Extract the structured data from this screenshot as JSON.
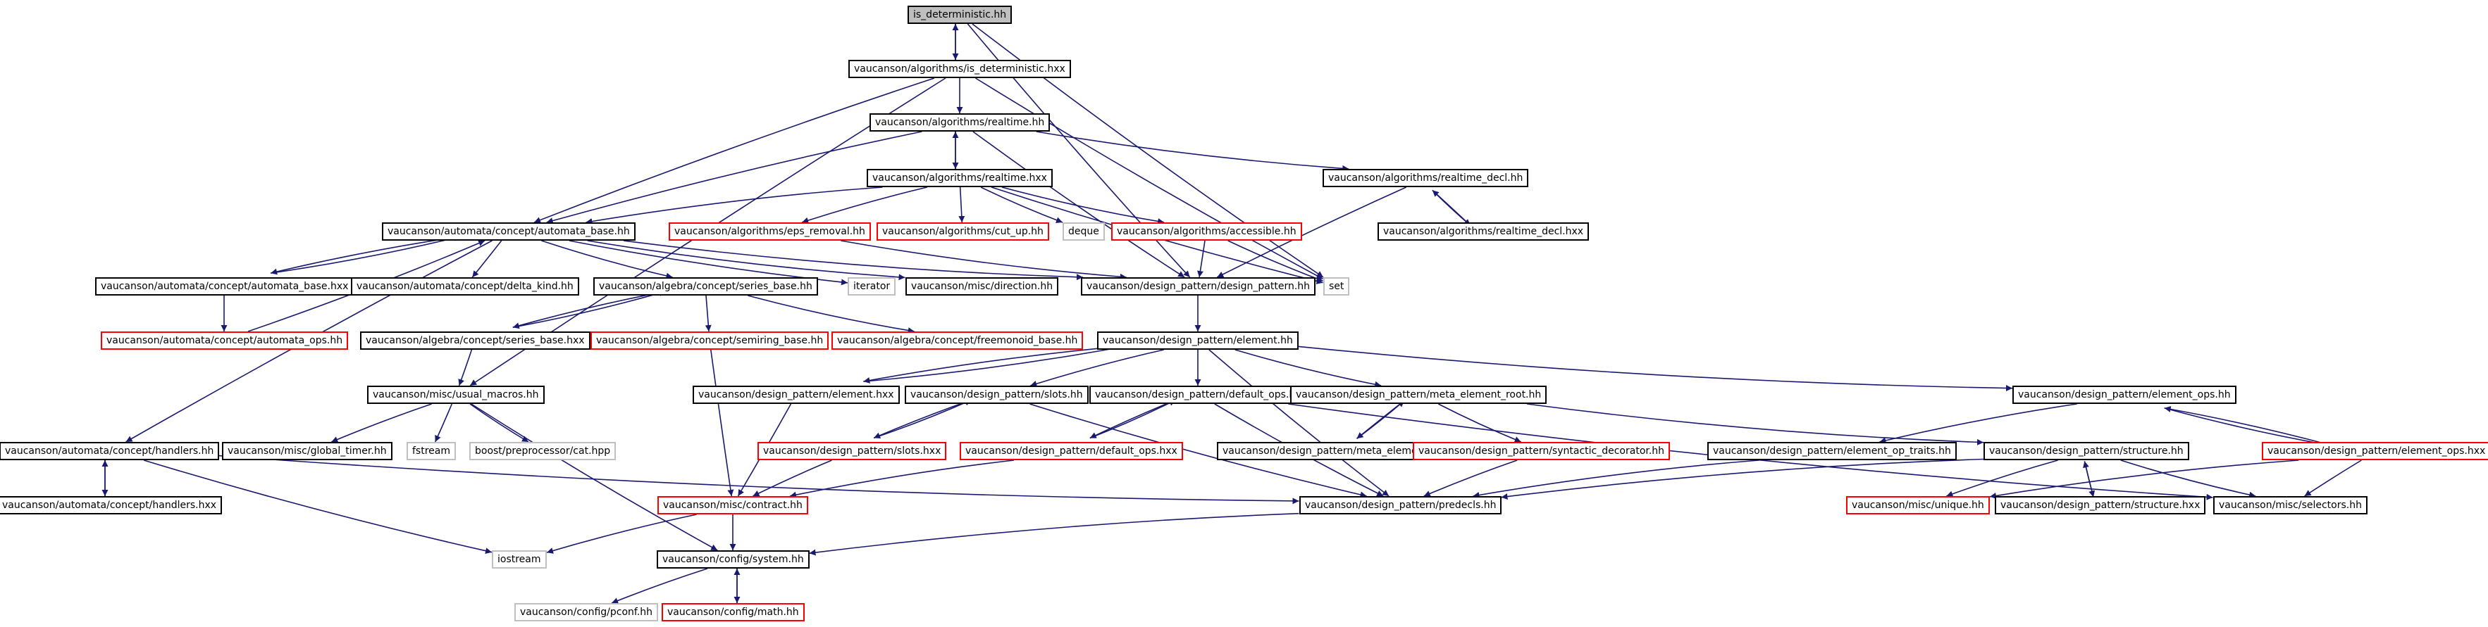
{
  "graph": {
    "nodes": [
      {
        "id": "n_is_det_hh",
        "label": "is_deterministic.hh",
        "style": "root"
      },
      {
        "id": "n_is_det_hxx",
        "label": "vaucanson/algorithms/is_deterministic.hxx",
        "style": "normal"
      },
      {
        "id": "n_realtime_hh",
        "label": "vaucanson/algorithms/realtime.hh",
        "style": "normal"
      },
      {
        "id": "n_realtime_hxx",
        "label": "vaucanson/algorithms/realtime.hxx",
        "style": "normal"
      },
      {
        "id": "n_realtime_decl_hh",
        "label": "vaucanson/algorithms/realtime_decl.hh",
        "style": "normal"
      },
      {
        "id": "n_realtime_decl_hxx",
        "label": "vaucanson/algorithms/realtime_decl.hxx",
        "style": "normal"
      },
      {
        "id": "n_automata_base_hh",
        "label": "vaucanson/automata/concept/automata_base.hh",
        "style": "normal"
      },
      {
        "id": "n_eps_removal",
        "label": "vaucanson/algorithms/eps_removal.hh",
        "style": "red"
      },
      {
        "id": "n_cut_up",
        "label": "vaucanson/algorithms/cut_up.hh",
        "style": "red"
      },
      {
        "id": "n_deque",
        "label": "deque",
        "style": "gray"
      },
      {
        "id": "n_accessible",
        "label": "vaucanson/algorithms/accessible.hh",
        "style": "red"
      },
      {
        "id": "n_automata_base_hxx",
        "label": "vaucanson/automata/concept/automata_base.hxx",
        "style": "normal"
      },
      {
        "id": "n_delta_kind",
        "label": "vaucanson/automata/concept/delta_kind.hh",
        "style": "normal"
      },
      {
        "id": "n_series_base_hh",
        "label": "vaucanson/algebra/concept/series_base.hh",
        "style": "normal"
      },
      {
        "id": "n_iterator",
        "label": "iterator",
        "style": "gray"
      },
      {
        "id": "n_direction",
        "label": "vaucanson/misc/direction.hh",
        "style": "normal"
      },
      {
        "id": "n_design_pattern_hh",
        "label": "vaucanson/design_pattern/design_pattern.hh",
        "style": "normal"
      },
      {
        "id": "n_set",
        "label": "set",
        "style": "gray"
      },
      {
        "id": "n_automata_ops",
        "label": "vaucanson/automata/concept/automata_ops.hh",
        "style": "red"
      },
      {
        "id": "n_series_base_hxx",
        "label": "vaucanson/algebra/concept/series_base.hxx",
        "style": "normal"
      },
      {
        "id": "n_semiring_base",
        "label": "vaucanson/algebra/concept/semiring_base.hh",
        "style": "red"
      },
      {
        "id": "n_freemonoid_base",
        "label": "vaucanson/algebra/concept/freemonoid_base.hh",
        "style": "red"
      },
      {
        "id": "n_element_hh",
        "label": "vaucanson/design_pattern/element.hh",
        "style": "normal"
      },
      {
        "id": "n_usual_macros",
        "label": "vaucanson/misc/usual_macros.hh",
        "style": "normal"
      },
      {
        "id": "n_element_hxx",
        "label": "vaucanson/design_pattern/element.hxx",
        "style": "normal"
      },
      {
        "id": "n_slots_hh",
        "label": "vaucanson/design_pattern/slots.hh",
        "style": "normal"
      },
      {
        "id": "n_default_ops_hh",
        "label": "vaucanson/design_pattern/default_ops.hh",
        "style": "normal"
      },
      {
        "id": "n_meta_element_root_hh",
        "label": "vaucanson/design_pattern/meta_element_root.hh",
        "style": "normal"
      },
      {
        "id": "n_element_ops_hh",
        "label": "vaucanson/design_pattern/element_ops.hh",
        "style": "normal"
      },
      {
        "id": "n_handlers_hh",
        "label": "vaucanson/automata/concept/handlers.hh",
        "style": "normal"
      },
      {
        "id": "n_global_timer",
        "label": "vaucanson/misc/global_timer.hh",
        "style": "normal"
      },
      {
        "id": "n_fstream",
        "label": "fstream",
        "style": "gray"
      },
      {
        "id": "n_cat_hpp",
        "label": "boost/preprocessor/cat.hpp",
        "style": "gray"
      },
      {
        "id": "n_slots_hxx",
        "label": "vaucanson/design_pattern/slots.hxx",
        "style": "red"
      },
      {
        "id": "n_default_ops_hxx",
        "label": "vaucanson/design_pattern/default_ops.hxx",
        "style": "red"
      },
      {
        "id": "n_meta_element_root_hxx",
        "label": "vaucanson/design_pattern/meta_element_root.hxx",
        "style": "normal"
      },
      {
        "id": "n_syntactic_decorator",
        "label": "vaucanson/design_pattern/syntactic_decorator.hh",
        "style": "red"
      },
      {
        "id": "n_element_op_traits",
        "label": "vaucanson/design_pattern/element_op_traits.hh",
        "style": "normal"
      },
      {
        "id": "n_structure_hh",
        "label": "vaucanson/design_pattern/structure.hh",
        "style": "normal"
      },
      {
        "id": "n_element_ops_hxx",
        "label": "vaucanson/design_pattern/element_ops.hxx",
        "style": "red"
      },
      {
        "id": "n_handlers_hxx",
        "label": "vaucanson/automata/concept/handlers.hxx",
        "style": "normal"
      },
      {
        "id": "n_contract",
        "label": "vaucanson/misc/contract.hh",
        "style": "red"
      },
      {
        "id": "n_predecls",
        "label": "vaucanson/design_pattern/predecls.hh",
        "style": "normal"
      },
      {
        "id": "n_unique",
        "label": "vaucanson/misc/unique.hh",
        "style": "red"
      },
      {
        "id": "n_structure_hxx",
        "label": "vaucanson/design_pattern/structure.hxx",
        "style": "normal"
      },
      {
        "id": "n_selectors",
        "label": "vaucanson/misc/selectors.hh",
        "style": "normal"
      },
      {
        "id": "n_iostream",
        "label": "iostream",
        "style": "gray"
      },
      {
        "id": "n_system",
        "label": "vaucanson/config/system.hh",
        "style": "normal"
      },
      {
        "id": "n_pconf",
        "label": "vaucanson/config/pconf.hh",
        "style": "gray"
      },
      {
        "id": "n_math",
        "label": "vaucanson/config/math.hh",
        "style": "red"
      }
    ],
    "edges": [
      [
        "n_is_det_hh",
        "n_is_det_hxx"
      ],
      [
        "n_is_det_hxx",
        "n_is_det_hh"
      ],
      [
        "n_is_det_hh",
        "n_design_pattern_hh"
      ],
      [
        "n_is_det_hh",
        "n_set"
      ],
      [
        "n_is_det_hxx",
        "n_realtime_hh"
      ],
      [
        "n_is_det_hxx",
        "n_automata_base_hh"
      ],
      [
        "n_is_det_hxx",
        "n_usual_macros"
      ],
      [
        "n_is_det_hxx",
        "n_set"
      ],
      [
        "n_realtime_hh",
        "n_realtime_hxx"
      ],
      [
        "n_realtime_hxx",
        "n_realtime_hh"
      ],
      [
        "n_realtime_hh",
        "n_realtime_decl_hh"
      ],
      [
        "n_realtime_hh",
        "n_automata_base_hh"
      ],
      [
        "n_realtime_hh",
        "n_design_pattern_hh"
      ],
      [
        "n_realtime_decl_hh",
        "n_realtime_decl_hxx"
      ],
      [
        "n_realtime_decl_hxx",
        "n_realtime_decl_hh"
      ],
      [
        "n_realtime_decl_hh",
        "n_design_pattern_hh"
      ],
      [
        "n_realtime_hxx",
        "n_automata_base_hh"
      ],
      [
        "n_realtime_hxx",
        "n_eps_removal"
      ],
      [
        "n_realtime_hxx",
        "n_cut_up"
      ],
      [
        "n_realtime_hxx",
        "n_deque"
      ],
      [
        "n_realtime_hxx",
        "n_accessible"
      ],
      [
        "n_realtime_hxx",
        "n_set"
      ],
      [
        "n_eps_removal",
        "n_design_pattern_hh"
      ],
      [
        "n_accessible",
        "n_design_pattern_hh"
      ],
      [
        "n_accessible",
        "n_set"
      ],
      [
        "n_automata_base_hh",
        "n_automata_base_hxx"
      ],
      [
        "n_automata_base_hxx",
        "n_automata_base_hh"
      ],
      [
        "n_automata_base_hh",
        "n_delta_kind"
      ],
      [
        "n_automata_base_hh",
        "n_series_base_hh"
      ],
      [
        "n_automata_base_hh",
        "n_iterator"
      ],
      [
        "n_automata_base_hh",
        "n_direction"
      ],
      [
        "n_automata_base_hh",
        "n_design_pattern_hh"
      ],
      [
        "n_automata_base_hh",
        "n_handlers_hh"
      ],
      [
        "n_automata_base_hxx",
        "n_automata_ops"
      ],
      [
        "n_automata_ops",
        "n_automata_base_hh"
      ],
      [
        "n_series_base_hh",
        "n_series_base_hxx"
      ],
      [
        "n_series_base_hxx",
        "n_series_base_hh"
      ],
      [
        "n_series_base_hh",
        "n_semiring_base"
      ],
      [
        "n_series_base_hh",
        "n_freemonoid_base"
      ],
      [
        "n_series_base_hxx",
        "n_usual_macros"
      ],
      [
        "n_semiring_base",
        "n_contract"
      ],
      [
        "n_design_pattern_hh",
        "n_element_hh"
      ],
      [
        "n_element_hh",
        "n_element_hxx"
      ],
      [
        "n_element_hxx",
        "n_element_hh"
      ],
      [
        "n_element_hh",
        "n_slots_hh"
      ],
      [
        "n_element_hh",
        "n_default_ops_hh"
      ],
      [
        "n_element_hh",
        "n_meta_element_root_hh"
      ],
      [
        "n_element_hh",
        "n_element_ops_hh"
      ],
      [
        "n_element_hh",
        "n_predecls"
      ],
      [
        "n_element_hxx",
        "n_contract"
      ],
      [
        "n_slots_hh",
        "n_slots_hxx"
      ],
      [
        "n_slots_hxx",
        "n_slots_hh"
      ],
      [
        "n_slots_hh",
        "n_predecls"
      ],
      [
        "n_slots_hxx",
        "n_contract"
      ],
      [
        "n_default_ops_hh",
        "n_default_ops_hxx"
      ],
      [
        "n_default_ops_hxx",
        "n_default_ops_hh"
      ],
      [
        "n_default_ops_hh",
        "n_predecls"
      ],
      [
        "n_default_ops_hh",
        "n_selectors"
      ],
      [
        "n_default_ops_hxx",
        "n_contract"
      ],
      [
        "n_meta_element_root_hh",
        "n_meta_element_root_hxx"
      ],
      [
        "n_meta_element_root_hxx",
        "n_meta_element_root_hh"
      ],
      [
        "n_meta_element_root_hh",
        "n_syntactic_decorator"
      ],
      [
        "n_meta_element_root_hh",
        "n_structure_hh"
      ],
      [
        "n_syntactic_decorator",
        "n_predecls"
      ],
      [
        "n_element_ops_hh",
        "n_element_op_traits"
      ],
      [
        "n_element_ops_hh",
        "n_element_ops_hxx"
      ],
      [
        "n_element_ops_hxx",
        "n_element_ops_hh"
      ],
      [
        "n_element_ops_hxx",
        "n_selectors"
      ],
      [
        "n_element_ops_hxx",
        "n_unique"
      ],
      [
        "n_element_op_traits",
        "n_predecls"
      ],
      [
        "n_structure_hh",
        "n_structure_hxx"
      ],
      [
        "n_structure_hxx",
        "n_structure_hh"
      ],
      [
        "n_structure_hh",
        "n_predecls"
      ],
      [
        "n_structure_hh",
        "n_unique"
      ],
      [
        "n_structure_hh",
        "n_selectors"
      ],
      [
        "n_usual_macros",
        "n_global_timer"
      ],
      [
        "n_usual_macros",
        "n_fstream"
      ],
      [
        "n_usual_macros",
        "n_cat_hpp"
      ],
      [
        "n_usual_macros",
        "n_system"
      ],
      [
        "n_handlers_hh",
        "n_handlers_hxx"
      ],
      [
        "n_handlers_hxx",
        "n_handlers_hh"
      ],
      [
        "n_handlers_hh",
        "n_predecls"
      ],
      [
        "n_handlers_hh",
        "n_iostream"
      ],
      [
        "n_contract",
        "n_iostream"
      ],
      [
        "n_contract",
        "n_system"
      ],
      [
        "n_predecls",
        "n_system"
      ],
      [
        "n_system",
        "n_pconf"
      ],
      [
        "n_system",
        "n_math"
      ],
      [
        "n_math",
        "n_system"
      ]
    ],
    "colors": {
      "edge": "#191970",
      "border": "#000000",
      "border_gray": "#c0c0c0",
      "border_red": "#ff0000",
      "root_fill": "#bfbfbf",
      "background": "#ffffff"
    }
  }
}
